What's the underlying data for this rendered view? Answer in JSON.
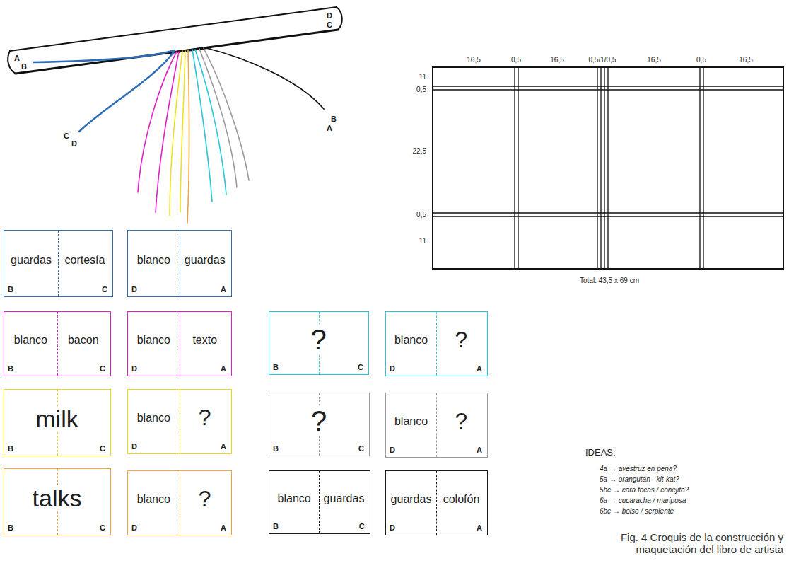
{
  "diagram": {
    "caption": "Fig. 4 Croquis de la construcción y maquetación del libro de artista",
    "nodes": [
      {
        "text": [
          "guardas",
          "cortesía",
          "B",
          "C"
        ]
      },
      {
        "text": [
          "blanco",
          "guardas",
          "D",
          "A"
        ]
      },
      {
        "text": [
          "blanco",
          "bacon",
          "B",
          "C"
        ]
      },
      {
        "text": [
          "blanco",
          "texto",
          "D",
          "A"
        ]
      },
      {
        "text": [
          "?",
          "B",
          "C"
        ]
      },
      {
        "text": [
          "blanco",
          "?",
          "D",
          "A"
        ]
      },
      {
        "text": [
          "milk",
          "B",
          "C"
        ]
      },
      {
        "text": [
          "blanco",
          "?",
          "D",
          "A"
        ]
      },
      {
        "text": [
          "?",
          "B",
          "C"
        ]
      },
      {
        "text": [
          "blanco",
          "?",
          "D",
          "A"
        ]
      },
      {
        "text": [
          "talks",
          "B",
          "C"
        ]
      },
      {
        "text": [
          "blanco",
          "?",
          "D",
          "A"
        ]
      },
      {
        "text": [
          "blanco",
          "guardas",
          "B",
          "C"
        ]
      },
      {
        "text": [
          "guardas",
          "colofón",
          "D",
          "A"
        ]
      }
    ],
    "labels": [
      "A",
      "B",
      "D",
      "C",
      "C",
      "D",
      "B",
      "A",
      "16,5",
      "0,5",
      "16,5",
      "0,5/1/0,5",
      "16,5",
      "0,5",
      "16,5",
      "11",
      "0,5",
      "22,5",
      "0,5",
      "11",
      "Total: 43,5 x 69 cm",
      "IDEAS:",
      "4a → avestruz en pena?",
      "5a → orangután - kit-kat?",
      "5bc → cara focas / conejito?",
      "6a → cucaracha / mariposa",
      "6bc → bolso / serpiente"
    ]
  }
}
